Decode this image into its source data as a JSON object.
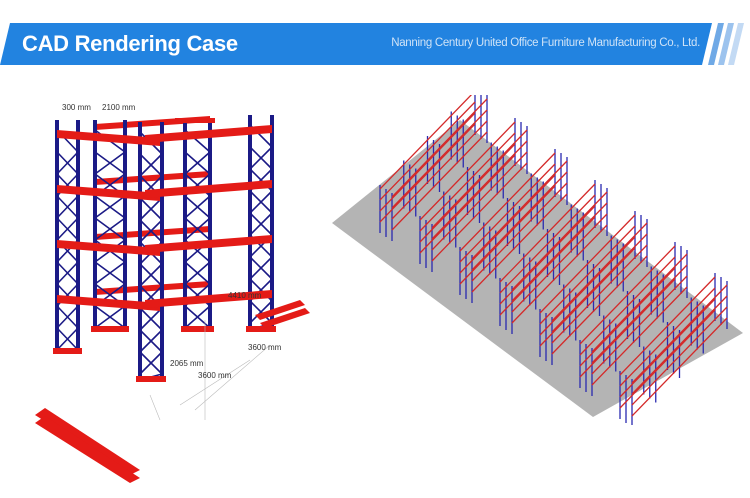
{
  "banner": {
    "title": "CAD Rendering Case",
    "company": "Nanning Century United Office Furniture Manufacturing Co., Ltd.",
    "color": "#2283e0"
  },
  "left_rendering": {
    "dimensions": [
      "300 mm",
      "2100 mm",
      "4410 mm",
      "3600 mm",
      "2065 mm",
      "3600 mm"
    ],
    "frame_color": "#1b1a86",
    "beam_color": "#e41b17"
  },
  "right_rendering": {
    "floor_color": "#b4b4b4",
    "frame_color": "#2a2ab0",
    "beam_color": "#d42a2a"
  }
}
